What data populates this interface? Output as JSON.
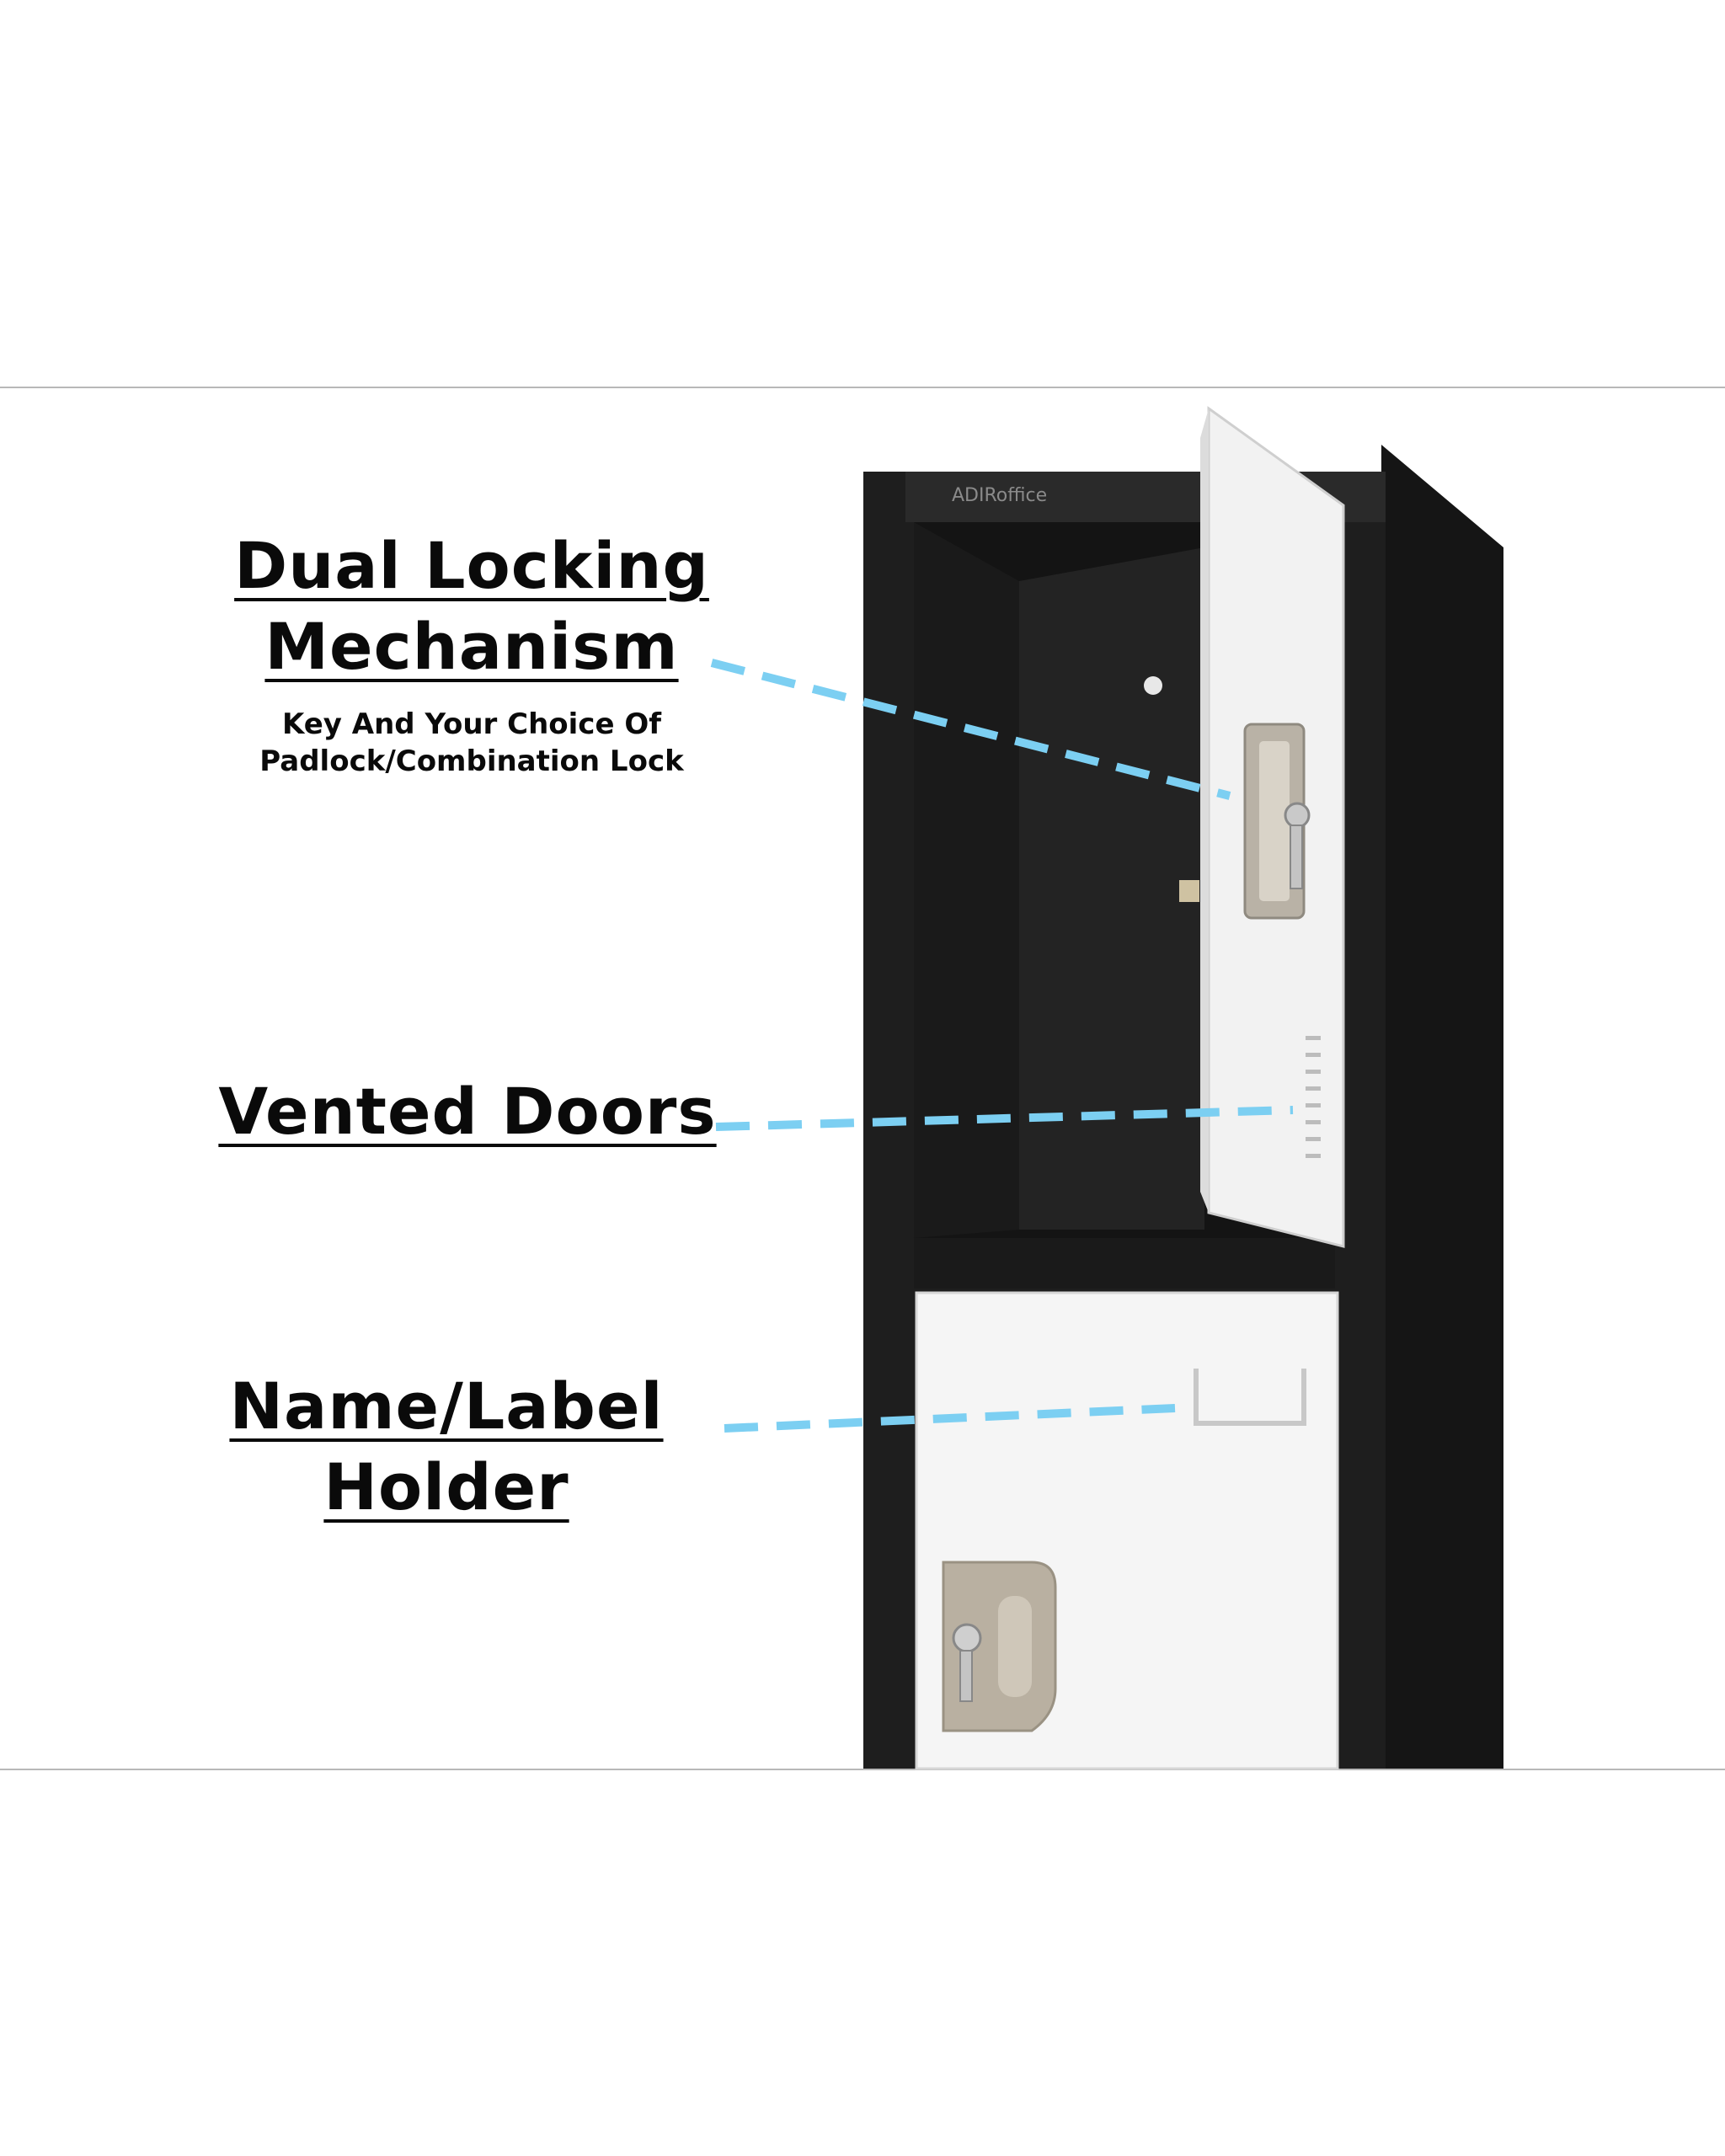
{
  "features": [
    {
      "title_line1": "Dual Locking",
      "title_line2": "Mechanism",
      "subtitle_line1": "Key And Your Choice Of",
      "subtitle_line2": "Padlock/Combination Lock"
    },
    {
      "title_line1": "Vented Doors"
    },
    {
      "title_line1": "Name/Label",
      "title_line2": "Holder"
    }
  ],
  "brand_text": "ADIRoffice",
  "colors": {
    "callout_line": "#7ccff2",
    "locker_body": "#1c1c1c",
    "door": "#f4f4f4",
    "lock_plate": "#b7aa98"
  }
}
